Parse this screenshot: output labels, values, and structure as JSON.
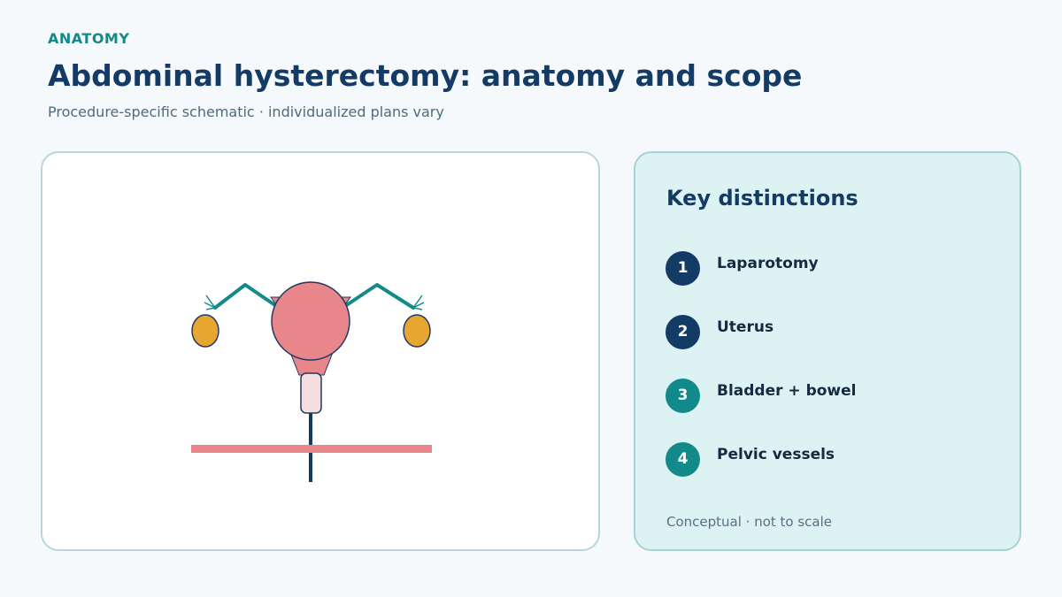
{
  "header": {
    "eyebrow": "ANATOMY",
    "title": "Abdominal hysterectomy: anatomy and scope",
    "subtitle": "Procedure-specific schematic · individualized plans vary"
  },
  "panel": {
    "heading": "Key distinctions",
    "items": [
      {
        "number": "1",
        "label": "Laparotomy",
        "badge_color": "#143a66"
      },
      {
        "number": "2",
        "label": "Uterus",
        "badge_color": "#143a66"
      },
      {
        "number": "3",
        "label": "Bladder + bowel",
        "badge_color": "#138a8a"
      },
      {
        "number": "4",
        "label": "Pelvic vessels",
        "badge_color": "#138a8a"
      }
    ],
    "footnote": "Conceptual · not to scale"
  },
  "colors": {
    "uterus": "#e8868c",
    "cervix": "#f6dede",
    "ovary": "#e6a630",
    "fallopian_tube": "#138a8a",
    "outline": "#1f3a60",
    "incision_line": "#e8868c"
  }
}
